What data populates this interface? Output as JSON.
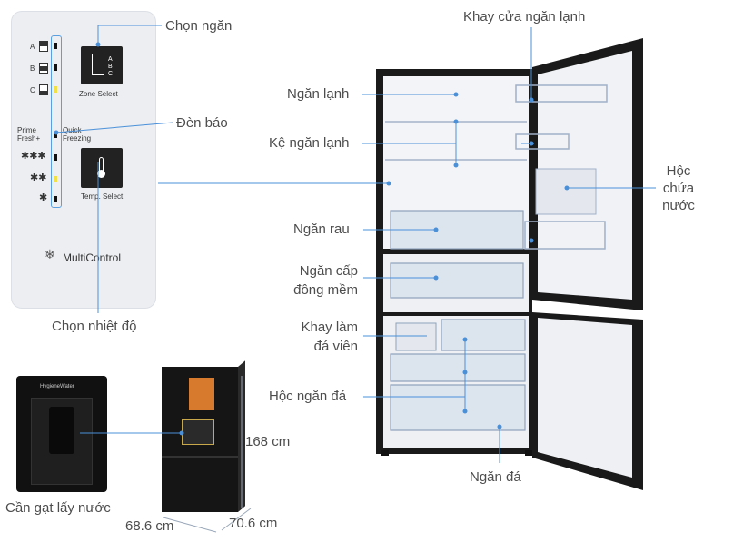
{
  "control_panel": {
    "zones": [
      "A",
      "B",
      "C"
    ],
    "zone_select_label": "Zone Select",
    "zone_letters": [
      "A",
      "B",
      "C"
    ],
    "mode_prime": "Prime Fresh+",
    "mode_quick": "Quick Freezing",
    "temp_select_label": "Temp. Select",
    "stars": [
      "✱✱✱",
      "✱✱",
      "✱"
    ],
    "brand": "MultiControl"
  },
  "dispenser_brand": "HygieneWater",
  "labels": {
    "chon_ngan": "Chọn ngăn",
    "den_bao": "Đèn báo",
    "chon_nhiet_do": "Chọn nhiệt độ",
    "khay_cua": "Khay cửa ngăn lạnh",
    "ngan_lanh": "Ngăn lạnh",
    "ke_ngan_lanh": "Kệ ngăn lạnh",
    "hoc_chua_nuoc_1": "Hộc",
    "hoc_chua_nuoc_2": "chứa",
    "hoc_chua_nuoc_3": "nước",
    "ngan_rau": "Ngăn rau",
    "ngan_cap_1": "Ngăn cấp",
    "ngan_cap_2": "đông mềm",
    "khay_lam_1": "Khay làm",
    "khay_lam_2": "đá viên",
    "hoc_ngan_da": "Hộc ngăn đá",
    "ngan_da": "Ngăn đá",
    "can_gat": "Cần gạt lấy nước"
  },
  "dimensions": {
    "height": "168 cm",
    "width": "68.6 cm",
    "depth": "70.6 cm"
  },
  "colors": {
    "leader_line": "#4a90d9",
    "fridge_body": "#1a1a1a",
    "interior": "#f2f4f8",
    "panel_bg": "#eceef2"
  }
}
